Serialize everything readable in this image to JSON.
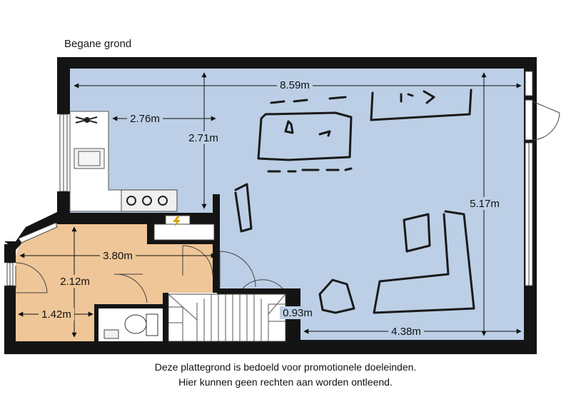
{
  "floor_title": "Begane grond",
  "dimensions": {
    "living_width": "8.59m",
    "kitchen_width": "2.76m",
    "kitchen_depth": "2.71m",
    "living_depth": "5.17m",
    "hall_width": "3.80m",
    "hall_depth": "2.12m",
    "entry_width": "1.42m",
    "stair_depth": "0.93m",
    "front_width": "4.38m"
  },
  "disclaimer": {
    "line1": "Deze plattegrond is bedoeld voor promotionele doeleinden.",
    "line2": "Hier kunnen geen rechten aan worden ontleend."
  },
  "colors": {
    "living_fill": "#bccfe6",
    "hall_fill": "#efc698",
    "wall": "#141414",
    "sketch": "#1a1a1a"
  },
  "icons": {
    "meter_cabinet": "lightning-icon",
    "sink": "sink-icon",
    "stove": "stove-icon",
    "toilet": "toilet-icon",
    "stairs": "stairs-icon"
  }
}
